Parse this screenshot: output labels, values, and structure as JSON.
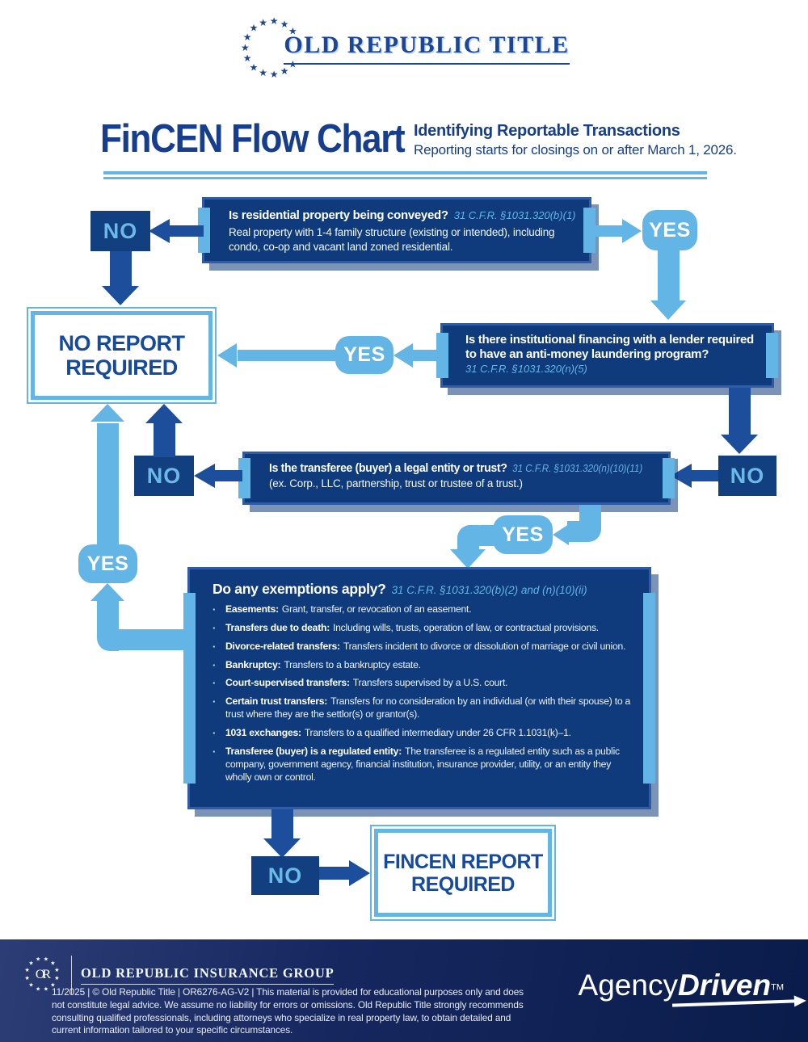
{
  "colors": {
    "box_navy": "#0F3B7C",
    "arrow_navy": "#1C4E9B",
    "light_blue": "#62B5E5",
    "title_navy": "#173E8C",
    "white": "#FFFFFF"
  },
  "header": {
    "brand": "OLD REPUBLIC TITLE",
    "title": "FinCEN Flow Chart",
    "subtitle": "Identifying Reportable Transactions",
    "note": "Reporting starts for closings on or after March 1, 2026."
  },
  "labels": {
    "yes": "YES",
    "no": "NO",
    "bullet": "·"
  },
  "results": {
    "no_report": "NO REPORT REQUIRED",
    "fincen_report": "FINCEN REPORT REQUIRED"
  },
  "questions": {
    "q1": {
      "text": "Is residential property being conveyed?",
      "citation": "31 C.F.R. §1031.320(b)(1)",
      "detail": "Real property with 1-4 family structure (existing or intended), including condo, co-op and vacant land zoned residential."
    },
    "q2": {
      "text": "Is there institutional financing with a lender required to have an anti-money laundering program?",
      "citation": "31 C.F.R. §1031.320(n)(5)"
    },
    "q3": {
      "text": "Is the transferee (buyer) a legal entity or trust?",
      "citation": "31 C.F.R. §1031.320(n)(10)(11)",
      "detail": "(ex. Corp., LLC, partnership, trust or trustee of a trust.)"
    },
    "q4": {
      "text": "Do any exemptions apply?",
      "citation": "31 C.F.R. §1031.320(b)(2) and (n)(10)(ii)",
      "exemptions": [
        {
          "term": "Easements:",
          "desc": "Grant, transfer, or revocation of an easement."
        },
        {
          "term": "Transfers due to death:",
          "desc": "Including wills, trusts, operation of law, or contractual provisions."
        },
        {
          "term": "Divorce-related transfers:",
          "desc": "Transfers incident to divorce or dissolution of marriage or civil union."
        },
        {
          "term": "Bankruptcy:",
          "desc": "Transfers to a bankruptcy estate."
        },
        {
          "term": "Court-supervised transfers:",
          "desc": "Transfers supervised by a U.S. court."
        },
        {
          "term": "Certain trust transfers:",
          "desc": "Transfers for no consideration by an individual (or with their spouse) to a trust where they are the settlor(s) or grantor(s)."
        },
        {
          "term": "1031 exchanges:",
          "desc": "Transfers to a qualified intermediary under 26 CFR 1.1031(k)–1."
        },
        {
          "term": "Transferee (buyer) is a regulated entity:",
          "desc": "The transferee is a regulated entity such as a public company, government agency, financial institution, insurance provider, utility, or an entity they wholly own or control."
        }
      ]
    }
  },
  "footer": {
    "org": "OLD REPUBLIC INSURANCE GROUP",
    "monogram": "OR",
    "disclaimer": "11/2025 | © Old Republic Title | OR6276-AG-V2 | This material is provided for educational purposes only and does not constitute legal advice. We assume no liability for errors or omissions. Old Republic Title strongly recommends consulting qualified professionals, including attorneys who specialize in real property law, to obtain detailed and current information tailored to your specific circumstances.",
    "brand_agency": "Agency",
    "brand_driven": "Driven",
    "brand_tm": "TM"
  }
}
